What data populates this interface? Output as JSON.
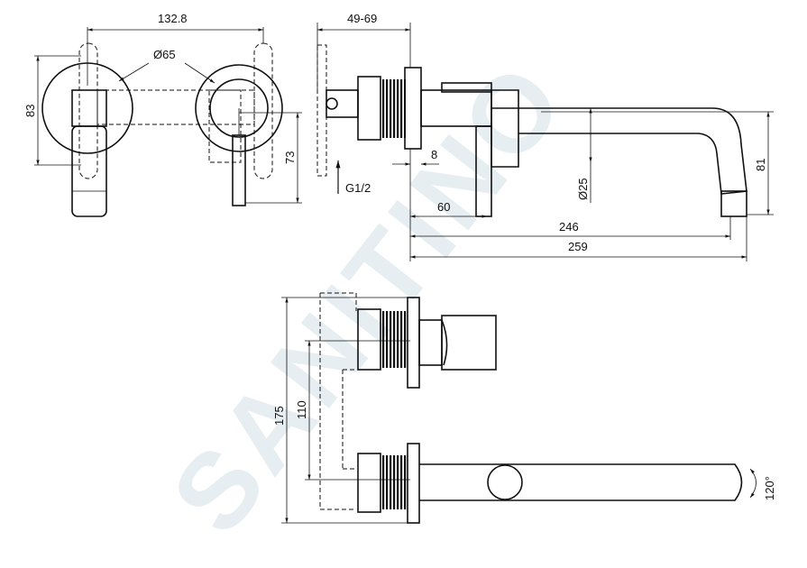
{
  "watermark": "SANITINO",
  "dimensions": {
    "width_between": "132.8",
    "rosette_diameter": "Ø65",
    "wall_depth": "49-69",
    "height_left": "83",
    "height_right": "73",
    "inlet": "G1/2",
    "plate_thickness": "8",
    "lever_offset": "60",
    "spout_diameter": "Ø25",
    "spout_reach": "246",
    "total_length": "259",
    "spout_height": "81",
    "total_height": "175",
    "axis_distance": "110",
    "swivel_angle": "120°"
  }
}
